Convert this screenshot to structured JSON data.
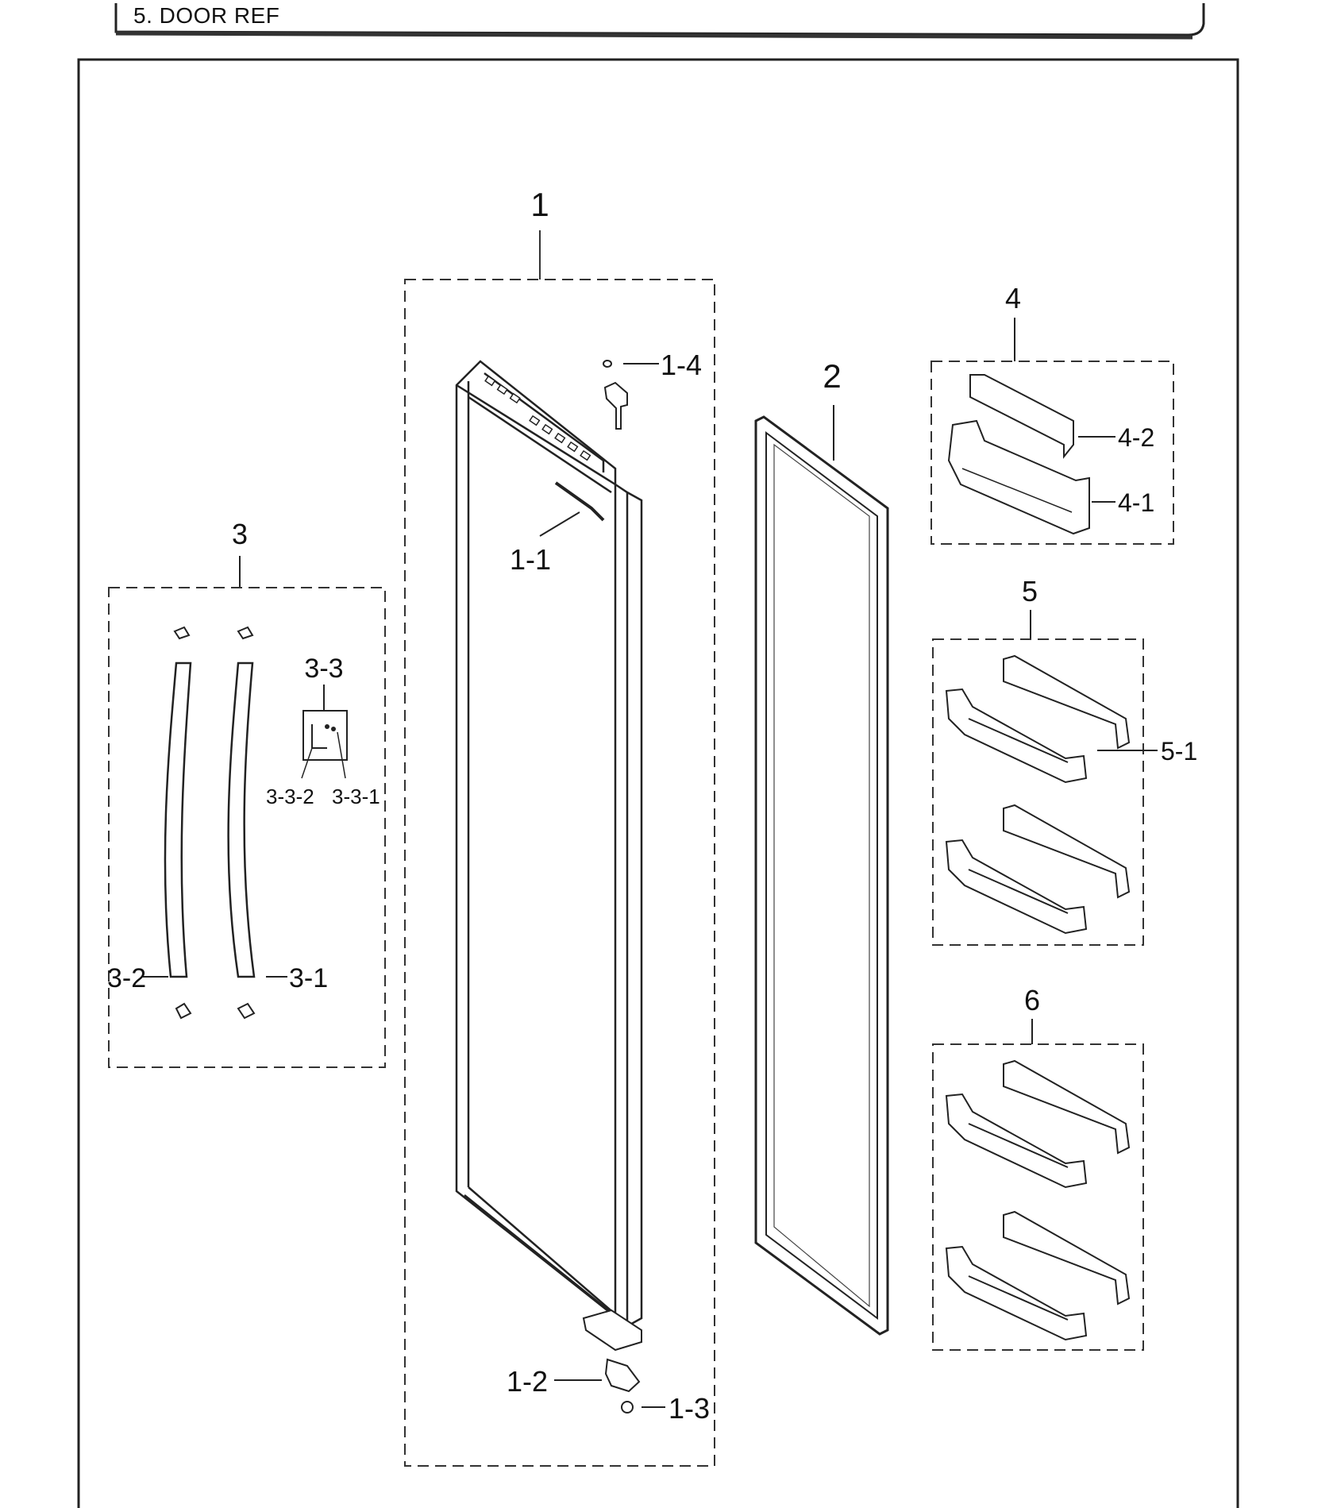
{
  "header": {
    "title": "5. DOOR REF"
  },
  "callouts": {
    "door_assy": "1",
    "door_logo": "1-1",
    "hinge_lower": "1-2",
    "hinge_bushing": "1-3",
    "hinge_cap": "1-4",
    "gasket": "2",
    "handle_assy": "3",
    "handle_right": "3-1",
    "handle_left": "3-2",
    "handle_screw_kit": "3-3",
    "screw_kit_1": "3-3-1",
    "screw_kit_2": "3-3-2",
    "guard_assy_top": "4",
    "guard_bin": "4-1",
    "guard_cover": "4-2",
    "guard_assy_middle": "5",
    "guard_middle_bin": "5-1",
    "guard_assy_bottom": "6"
  }
}
